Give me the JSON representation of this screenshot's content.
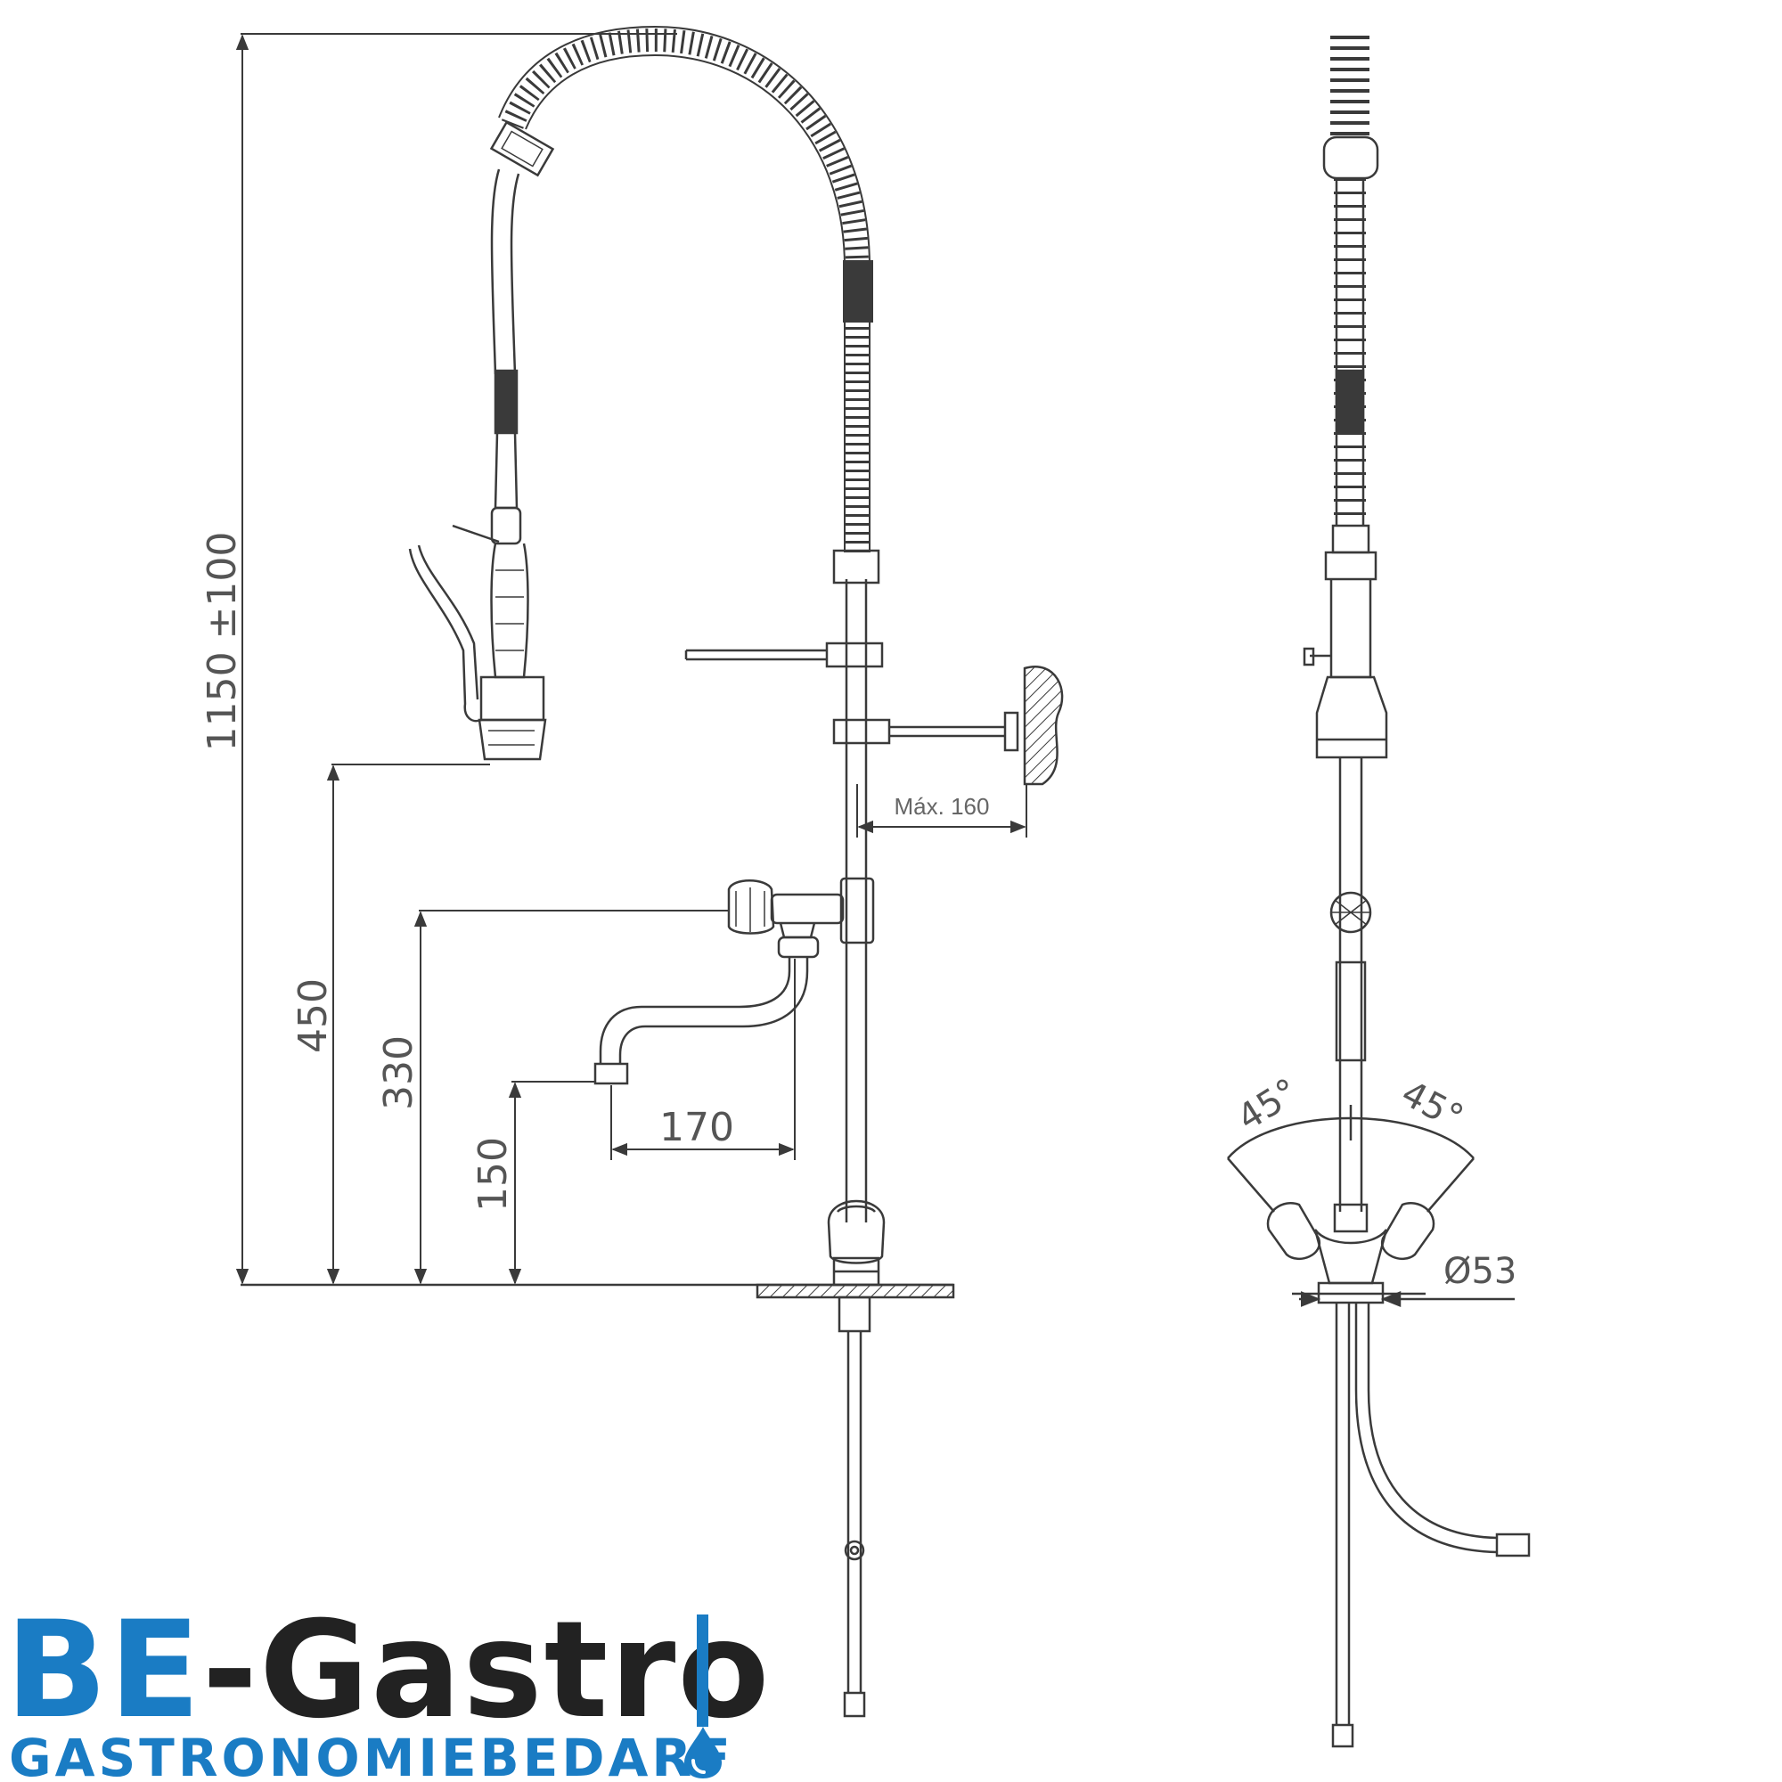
{
  "dimensions": {
    "height_total": "1150 ±100",
    "height_spray": "450",
    "height_valve": "330",
    "height_spout": "150",
    "spout_reach": "170",
    "wall_max": "Máx. 160",
    "angle_left": "45°",
    "angle_right": "45°",
    "diameter": "Ø53"
  },
  "logo": {
    "be": "BE",
    "dash": "-",
    "gastro": "Gastro",
    "subtitle": "GASTRONOMIEBEDARF"
  },
  "colors": {
    "line": "#3a3a3a",
    "dim_line": "#4a4a4a",
    "brand_blue": "#1a7cc4",
    "brand_dark": "#222222"
  },
  "icons": {
    "logo_drop": "water-drop-icon"
  }
}
